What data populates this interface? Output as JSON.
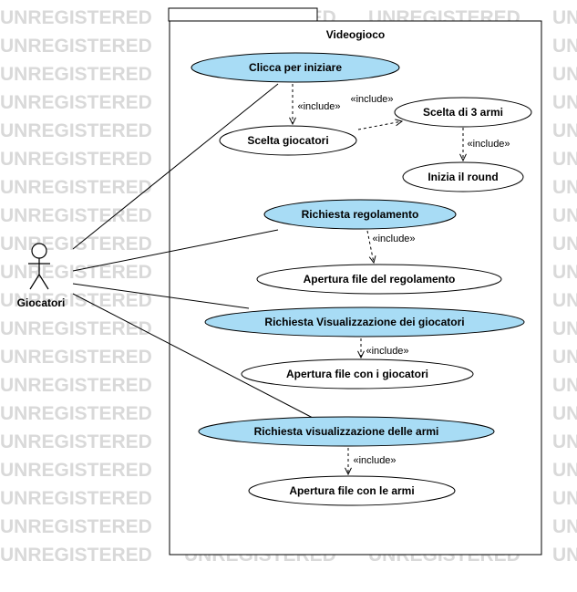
{
  "watermark": "UNREGISTERED",
  "system": {
    "title": "Videogioco"
  },
  "actor": {
    "name": "Giocatori",
    "icon": "stick-figure-icon"
  },
  "use_cases": [
    {
      "id": "clicca",
      "label": "Clicca per iniziare",
      "highlight": true
    },
    {
      "id": "scelta_giocatori",
      "label": "Scelta giocatori",
      "highlight": false
    },
    {
      "id": "scelta_armi",
      "label": "Scelta di 3 armi",
      "highlight": false
    },
    {
      "id": "inizia_round",
      "label": "Inizia il round",
      "highlight": false
    },
    {
      "id": "richiesta_regolamento",
      "label": "Richiesta regolamento",
      "highlight": true
    },
    {
      "id": "apertura_regolamento",
      "label": "Apertura file del regolamento",
      "highlight": false
    },
    {
      "id": "richiesta_giocatori",
      "label": "Richiesta Visualizzazione dei giocatori",
      "highlight": true
    },
    {
      "id": "apertura_giocatori",
      "label": "Apertura file con i giocatori",
      "highlight": false
    },
    {
      "id": "richiesta_armi",
      "label": "Richiesta visualizzazione delle armi",
      "highlight": true
    },
    {
      "id": "apertura_armi",
      "label": "Apertura file con le armi",
      "highlight": false
    }
  ],
  "relations": [
    {
      "type": "association",
      "from": "actor",
      "to": "clicca"
    },
    {
      "type": "association",
      "from": "actor",
      "to": "richiesta_regolamento"
    },
    {
      "type": "association",
      "from": "actor",
      "to": "richiesta_giocatori"
    },
    {
      "type": "association",
      "from": "actor",
      "to": "richiesta_armi"
    },
    {
      "type": "include",
      "label": "«include»",
      "from": "clicca",
      "to": "scelta_giocatori"
    },
    {
      "type": "include",
      "label": "«include»",
      "from": "scelta_giocatori",
      "to": "scelta_armi"
    },
    {
      "type": "include",
      "label": "«include»",
      "from": "scelta_armi",
      "to": "inizia_round"
    },
    {
      "type": "include",
      "label": "«include»",
      "from": "richiesta_regolamento",
      "to": "apertura_regolamento"
    },
    {
      "type": "include",
      "label": "«include»",
      "from": "richiesta_giocatori",
      "to": "apertura_giocatori"
    },
    {
      "type": "include",
      "label": "«include»",
      "from": "richiesta_armi",
      "to": "apertura_armi"
    }
  ],
  "colors": {
    "highlight_fill": "#a8dcf5",
    "normal_fill": "#ffffff",
    "stroke": "#000000",
    "watermark": "#d9d9d9"
  }
}
